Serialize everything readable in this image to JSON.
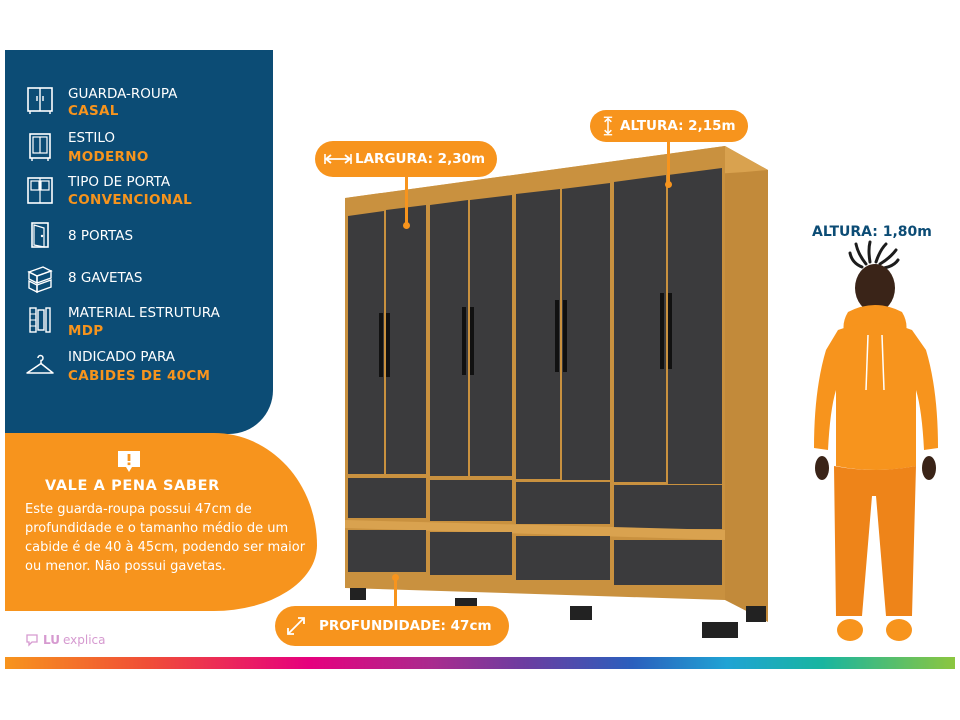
{
  "specs": [
    {
      "icon": "wardrobe-icon",
      "label": "GUARDA-ROUPA",
      "value": "CASAL"
    },
    {
      "icon": "style-cabinet-icon",
      "label": "ESTILO",
      "value": "MODERNO"
    },
    {
      "icon": "door-type-icon",
      "label": "TIPO DE PORTA",
      "value": "CONVENCIONAL"
    },
    {
      "icon": "door-icon",
      "label": "8  PORTAS",
      "value": ""
    },
    {
      "icon": "drawer-icon",
      "label": "8 GAVETAS",
      "value": ""
    },
    {
      "icon": "panel-material-icon",
      "label": "MATERIAL ESTRUTURA",
      "value": "MDP"
    },
    {
      "icon": "hanger-icon",
      "label": "INDICADO PARA",
      "value": "CABIDES DE 40CM"
    }
  ],
  "tip": {
    "title": "VALE A PENA SABER",
    "text": "Este guarda-roupa possui 47cm de profundidade e o tamanho médio de um cabide é de 40 à 45cm, podendo ser maior ou menor. Não possui gavetas."
  },
  "dimensions": {
    "width": "LARGURA: 2,30m",
    "height": "ALTURA: 2,15m",
    "depth": "PROFUNDIDADE: 47cm"
  },
  "person": {
    "height_label": "ALTURA: 1,80m"
  },
  "brand": {
    "name": "LU",
    "suffix": "explica"
  },
  "colors": {
    "panel_blue": "#0c4c75",
    "accent_orange": "#f7941d",
    "wood": "#c9913f",
    "door_gray": "#3b3b3d"
  }
}
